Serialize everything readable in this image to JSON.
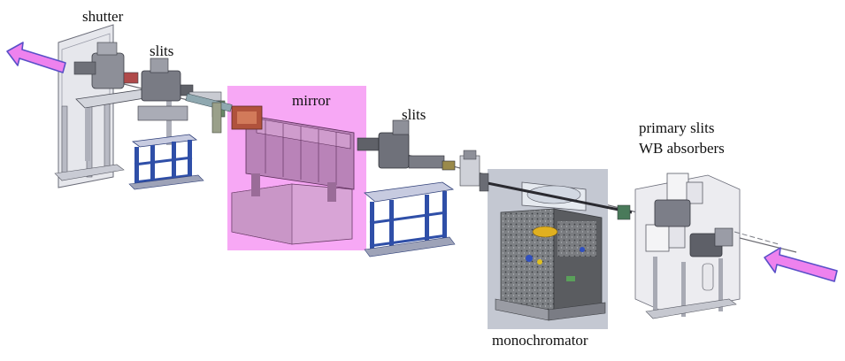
{
  "labels": {
    "shutter": "shutter",
    "slits_left": "slits",
    "mirror": "mirror",
    "slits_mid": "slits",
    "primary_slits": "primary slits",
    "wb_absorbers": "WB absorbers",
    "monochromator": "monochromator"
  },
  "colors": {
    "mirror_highlight": "#f7a8f5",
    "mono_highlight": "#c4c8d2",
    "arrow_fill": "#ee82ee",
    "arrow_stroke": "#5a50c8",
    "frame_blue": "#2f4fa8",
    "frame_light": "#c7cbe0",
    "steel_dark": "#4a4a52",
    "steel_mid": "#8a8c94",
    "steel_light": "#d6d8dd",
    "granite": "#6c6e72"
  },
  "icons": {
    "beam_arrow_out": "arrow-left-icon",
    "beam_arrow_in": "arrow-left-icon"
  }
}
